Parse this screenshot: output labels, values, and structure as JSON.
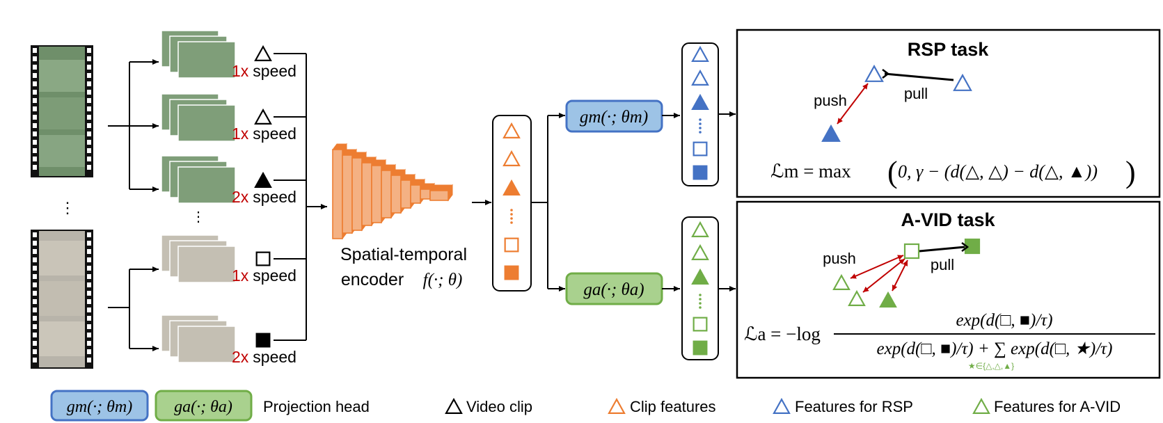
{
  "colors": {
    "orange": "#ED7D31",
    "orange_light": "#F4B183",
    "blue": "#4472C4",
    "blue_fill": "#9DC3E6",
    "green": "#70AD47",
    "green_fill": "#A9D18E",
    "red": "#C00000",
    "black": "#000000"
  },
  "clips": [
    {
      "glyph": "triangle-open",
      "rate": "1x",
      "word": "speed"
    },
    {
      "glyph": "triangle-open",
      "rate": "1x",
      "word": "speed"
    },
    {
      "glyph": "triangle-filled",
      "rate": "2x",
      "word": "speed"
    },
    {
      "glyph": "square-open",
      "rate": "1x",
      "word": "speed"
    },
    {
      "glyph": "square-filled",
      "rate": "2x",
      "word": "speed"
    }
  ],
  "encoder": {
    "line1": "Spatial-temporal",
    "line2": "encoder",
    "fn": "f(·; θ)"
  },
  "heads": {
    "m": "gm(·; θm)",
    "a": "ga(·; θa)"
  },
  "rsp": {
    "title": "RSP task",
    "push": "push",
    "pull": "pull",
    "loss_lhs": "ℒm = max",
    "loss_body": "0, γ − (d(△, △) − d(△, ▲))"
  },
  "avid": {
    "title": "A-VID task",
    "push": "push",
    "pull": "pull",
    "loss_lhs": "ℒa = −log",
    "numerator": "exp(d(□, ■)/τ)",
    "denominator": "exp(d(□, ■)/τ) + ∑ exp(d(□, ★)/τ)",
    "sum_index": "★∈{△,△,▲}"
  },
  "legend": {
    "projection": "Projection head",
    "video_clip": "Video clip",
    "clip_features": "Clip features",
    "rsp_features": "Features for RSP",
    "avid_features": "Features for A-VID"
  }
}
